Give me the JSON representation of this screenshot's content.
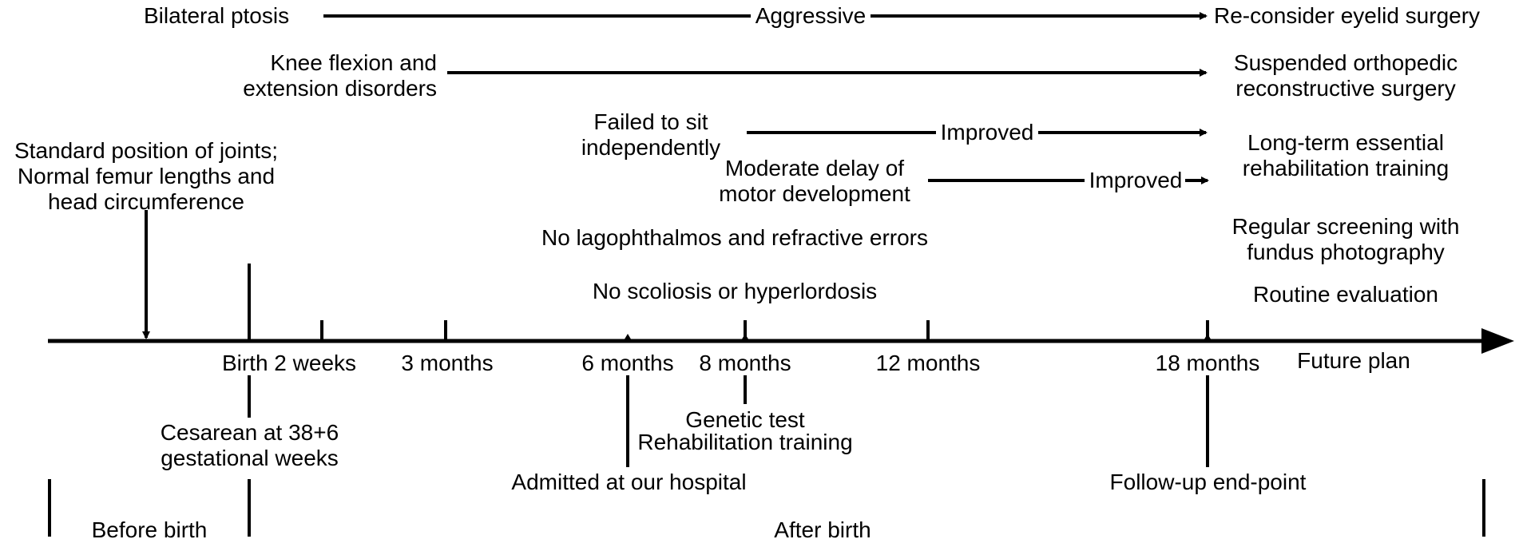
{
  "colors": {
    "line": "#000000",
    "background": "#ffffff"
  },
  "top_rows": {
    "ptosis": {
      "start": "Bilateral ptosis",
      "middle": "Aggressive",
      "end": "Re-consider eyelid surgery"
    },
    "knee": {
      "start_l1": "Knee flexion and",
      "start_l2": "extension disorders",
      "end_l1": "Suspended orthopedic",
      "end_l2": "reconstructive surgery"
    },
    "sit": {
      "start_l1": "Failed to sit",
      "start_l2": "independently",
      "middle": "Improved"
    },
    "motor": {
      "start_l1": "Moderate delay of",
      "start_l2": "motor development",
      "middle": "Improved"
    }
  },
  "prenatal_note": {
    "l1": "Standard position of joints;",
    "l2": "Normal femur lengths and",
    "l3": "head circumference"
  },
  "center_notes": {
    "lagophthalmos": "No lagophthalmos and refractive errors",
    "scoliosis": "No scoliosis or hyperlordosis"
  },
  "future_plan": {
    "rehab_l1": "Long-term essential",
    "rehab_l2": "rehabilitation training",
    "screen_l1": "Regular screening with",
    "screen_l2": "fundus photography",
    "routine": "Routine evaluation"
  },
  "timeline_labels": {
    "birth_2weeks": "Birth 2 weeks",
    "m3": "3 months",
    "m6": "6 months",
    "m8": "8 months",
    "m12": "12 months",
    "m18": "18 months",
    "future": "Future plan"
  },
  "events": {
    "cesarean_l1": "Cesarean at 38+6",
    "cesarean_l2": "gestational weeks",
    "genetic": "Genetic test",
    "rehab": "Rehabilitation training",
    "admitted": "Admitted at our hospital",
    "followup": "Follow-up end-point"
  },
  "periods": {
    "before": "Before birth",
    "after": "After birth"
  }
}
